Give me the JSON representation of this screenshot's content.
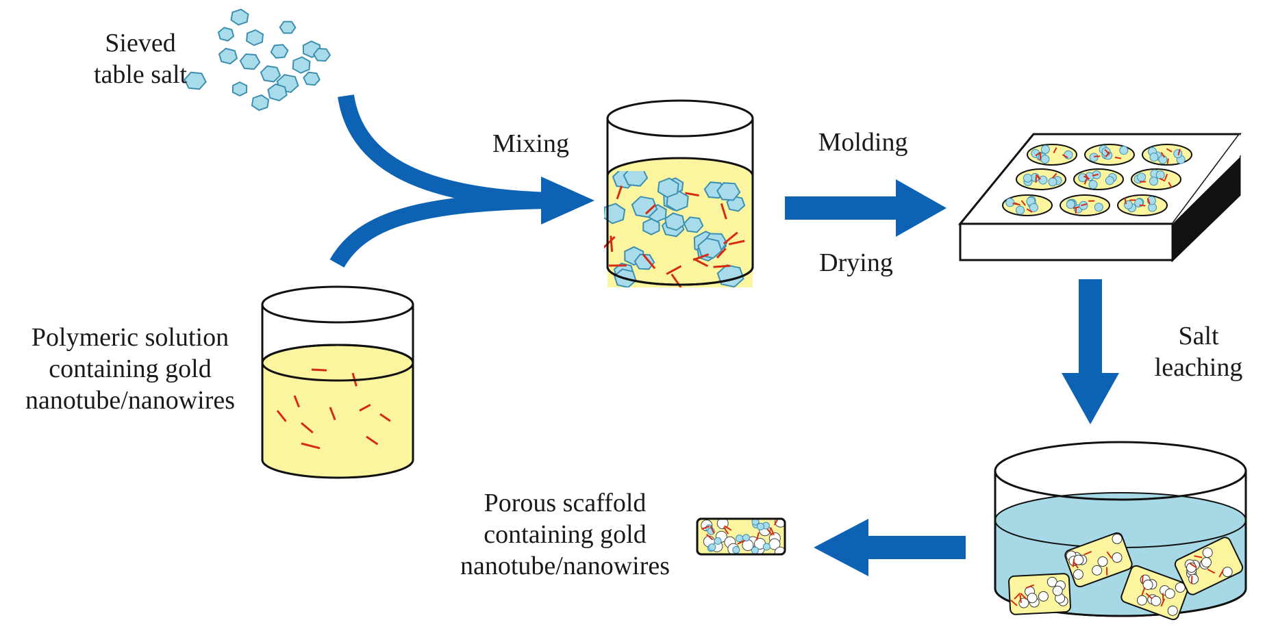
{
  "labels": {
    "salt": [
      "Sieved",
      "table salt"
    ],
    "polymer": [
      "Polymeric solution",
      "containing gold",
      "nanotube/nanowires"
    ],
    "mixing": "Mixing",
    "molding": "Molding",
    "drying": "Drying",
    "leaching": [
      "Salt",
      "leaching"
    ],
    "scaffold": [
      "Porous scaffold",
      "containing gold",
      "nanotube/nanowires"
    ]
  },
  "colors": {
    "arrow": "#0d62b4",
    "salt_crystal": "#a8dcea",
    "crystal_stroke": "#3c8fb0",
    "polymer_solution": "#fbf5a0",
    "nanowire": "#d72a12",
    "leach_water": "#a7d8e6",
    "outline": "#111111"
  }
}
